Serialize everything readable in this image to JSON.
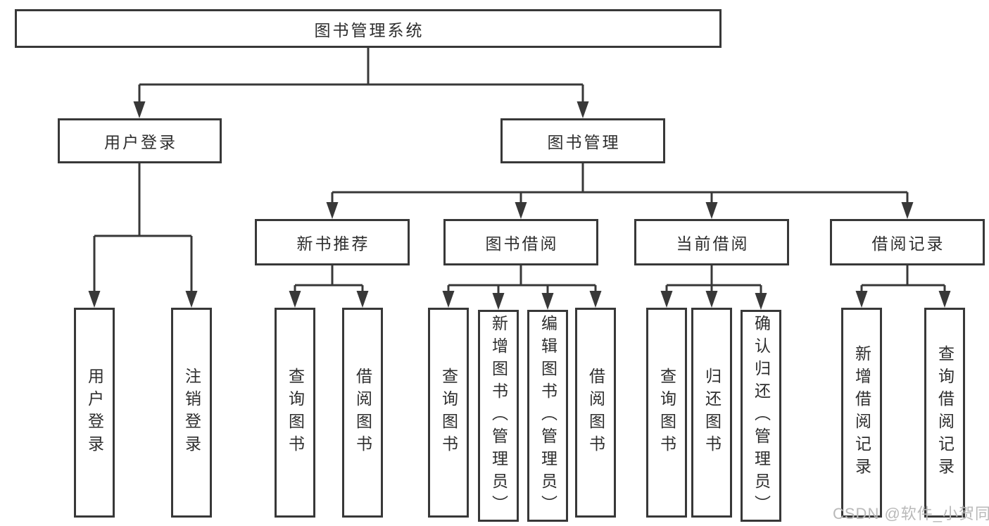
{
  "tree": {
    "label": "图书管理系统",
    "children": [
      {
        "label": "用户登录",
        "children": [
          {
            "label": "用户登录"
          },
          {
            "label": "注销登录"
          }
        ]
      },
      {
        "label": "图书管理",
        "children": [
          {
            "label": "新书推荐",
            "children": [
              {
                "label": "查询图书"
              },
              {
                "label": "借阅图书"
              }
            ]
          },
          {
            "label": "图书借阅",
            "children": [
              {
                "label": "查询图书"
              },
              {
                "label": "新增图书（管理员）"
              },
              {
                "label": "编辑图书（管理员）"
              },
              {
                "label": "借阅图书"
              }
            ]
          },
          {
            "label": "当前借阅",
            "children": [
              {
                "label": "查询图书"
              },
              {
                "label": "归还图书"
              },
              {
                "label": "确认归还（管理员）"
              }
            ]
          },
          {
            "label": "借阅记录",
            "children": [
              {
                "label": "新增借阅记录"
              },
              {
                "label": "查询借阅记录"
              }
            ]
          }
        ]
      }
    ]
  },
  "watermark": {
    "text": "CSDN @软件_小贺同学"
  },
  "colors": {
    "line": "#383838",
    "box_border": "#383838",
    "text": "#2e2e2e",
    "watermark": "#b9b9b9",
    "background": "#ffffff"
  }
}
